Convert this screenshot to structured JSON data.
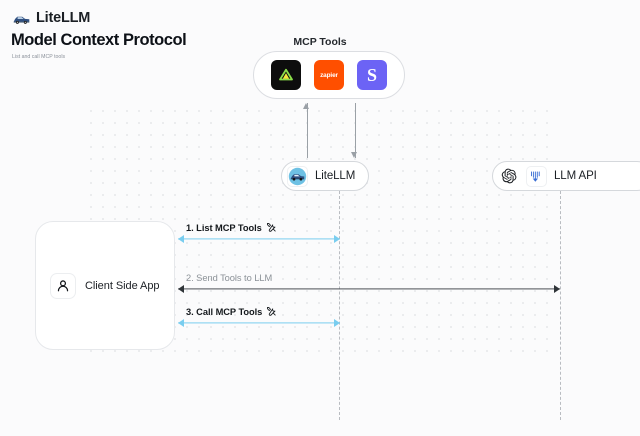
{
  "header": {
    "brand": "LiteLLM",
    "brand_logo_icon": "truck-logo-icon",
    "title": "Model Context Protocol",
    "subtitle": "List and call MCP tools"
  },
  "diagram": {
    "mcp_group": {
      "title": "MCP Tools",
      "tools": [
        {
          "name": "black-triangle-tool-icon",
          "label": "",
          "bg": "#0d0d0d"
        },
        {
          "name": "zapier-tool-icon",
          "label": "zapier",
          "bg": "#ff4f00"
        },
        {
          "name": "s-tool-icon",
          "label": "S",
          "bg": "#6c63f5"
        }
      ]
    },
    "nodes": {
      "litellm": {
        "label": "LiteLLM",
        "icon": "litellm-truck-icon"
      },
      "llm_api": {
        "label": "LLM API",
        "icons": [
          "openai-icon",
          "anthropic-icon"
        ]
      },
      "client": {
        "label": "Client Side App",
        "icon": "person-icon"
      }
    },
    "flows": [
      {
        "label": "1. List MCP Tools",
        "icon": "tools-icon",
        "color": "#79cdef",
        "direction": "bidirectional"
      },
      {
        "label": "2. Send Tools to LLM",
        "icon": "",
        "color": "#4a4f55",
        "direction": "bidirectional"
      },
      {
        "label": "3. Call MCP Tools",
        "icon": "tools-icon",
        "color": "#79cdef",
        "direction": "bidirectional"
      }
    ],
    "vertical_arrows": [
      {
        "name": "tools-response-up-arrow",
        "direction": "up"
      },
      {
        "name": "tools-request-down-arrow",
        "direction": "down"
      }
    ]
  },
  "colors": {
    "canvas_bg": "#fbfbfc",
    "accent_blue": "#79cdef",
    "dark_line": "#4a4f55",
    "dot_grid": "#e6e7ea",
    "lifeline": "#b9bcc1"
  }
}
